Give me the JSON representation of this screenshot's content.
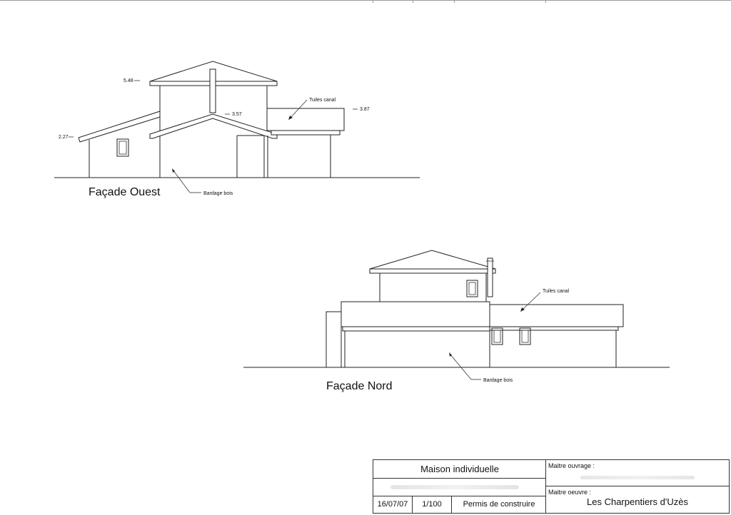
{
  "views": {
    "west": {
      "title": "Façade Ouest",
      "labels": {
        "h_548": "5.48",
        "h_357": "3.57",
        "h_387": "3.87",
        "h_227": "2.27",
        "tuiles": "Tuiles canal",
        "bardage": "Bardage bois"
      }
    },
    "north": {
      "title": "Façade Nord",
      "labels": {
        "tuiles": "Tuiles canal",
        "bardage": "Bardage bois"
      }
    }
  },
  "title_block": {
    "project": "Maison individuelle",
    "date": "16/07/07",
    "scale": "1/100",
    "doc_type": "Permis de construire",
    "owner_label": "Maitre ouvrage :",
    "builder_label": "Maitre oeuvre :",
    "builder_name": "Les Charpentiers d'Uzès"
  }
}
